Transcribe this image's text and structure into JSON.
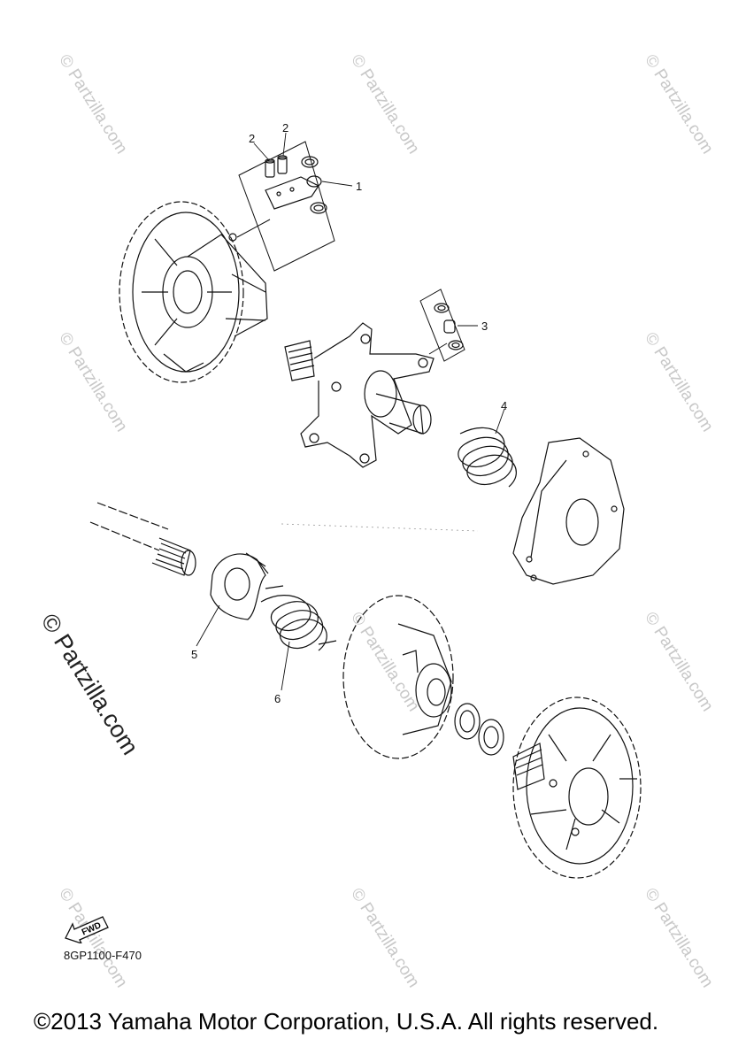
{
  "watermark": {
    "text": "© Partzilla.com"
  },
  "callouts": {
    "c1": "1",
    "c2a": "2",
    "c2b": "2",
    "c3": "3",
    "c4": "4",
    "c5": "5",
    "c6": "6"
  },
  "fwd_label": "FWD",
  "diagram_code": "8GP1100-F470",
  "copyright": "©2013 Yamaha Motor Corporation, U.S.A. All rights reserved.",
  "icons": {
    "fwd_arrow": "fwd-arrow-icon"
  }
}
